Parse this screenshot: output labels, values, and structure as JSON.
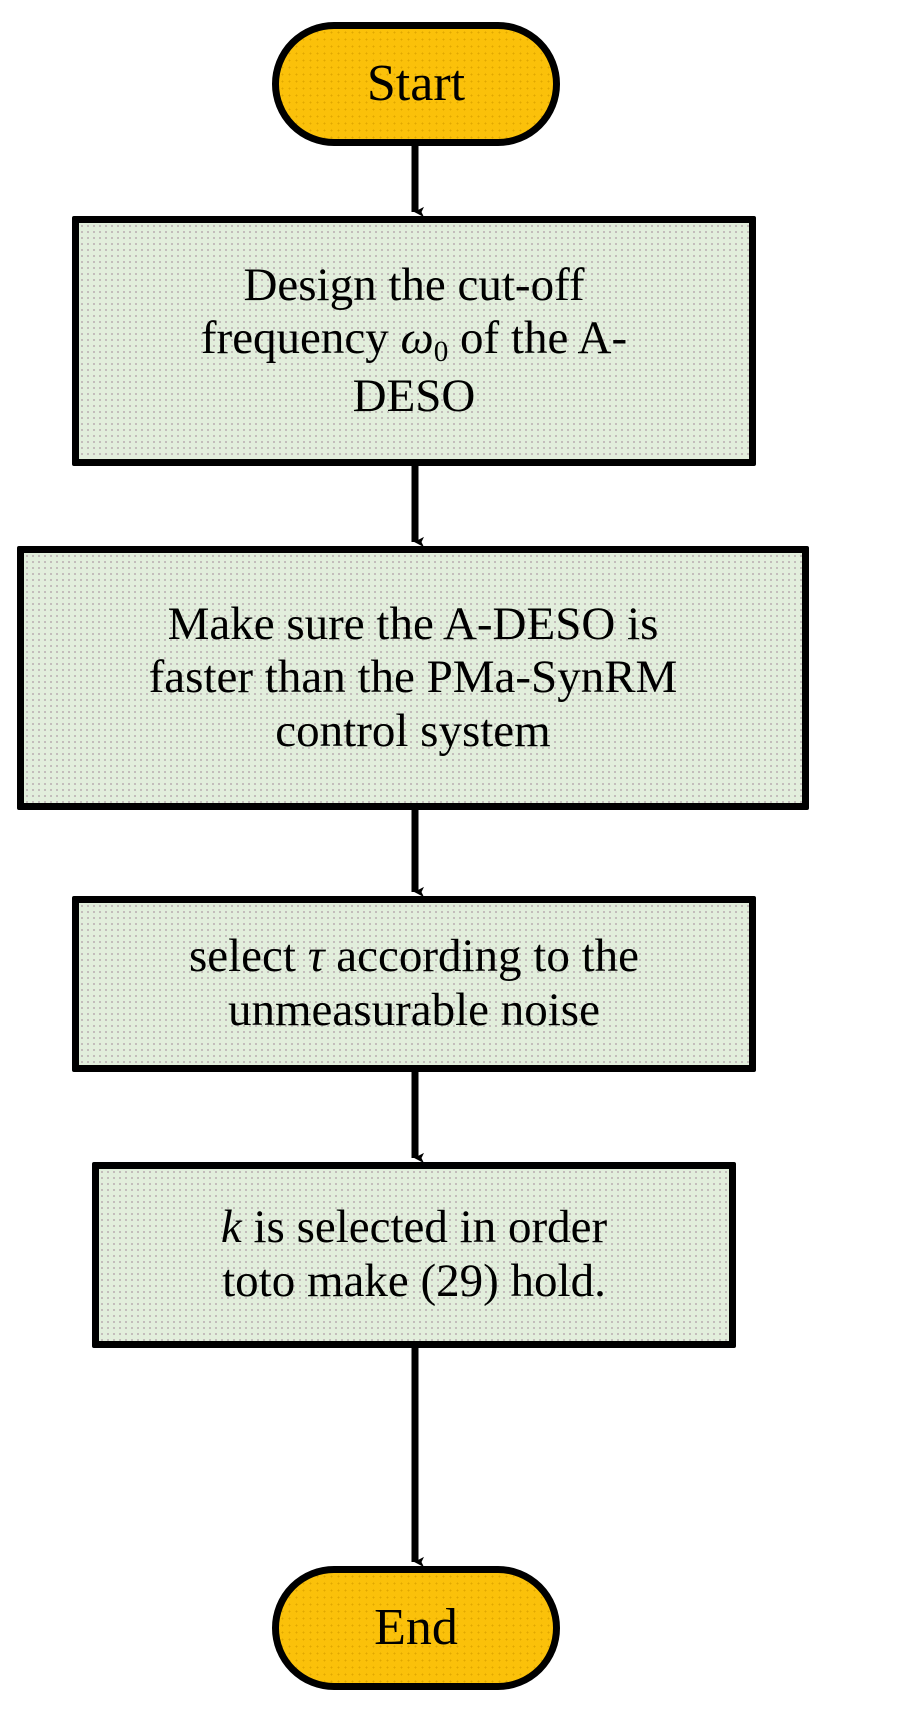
{
  "diagram": {
    "title": "A-DESO parameter tuning flowchart",
    "orientation": "top-to-bottom",
    "colors": {
      "terminal_fill": "#FBC10A",
      "process_fill": "#E2EEDC",
      "stroke": "#000000",
      "text": "#000000",
      "background": "#FFFFFF"
    },
    "nodes": [
      {
        "id": "start",
        "shape": "stadium",
        "role": "terminal",
        "label": "Start"
      },
      {
        "id": "p1",
        "shape": "rectangle",
        "role": "process",
        "label_prefix": "Design the cut-off\nfrequency ",
        "label_symbol": "ω",
        "label_subscript": "0",
        "label_suffix": " of the A-\nDESO",
        "label_plain": "Design the cut-off frequency ω₀ of the A-DESO"
      },
      {
        "id": "p2",
        "shape": "rectangle",
        "role": "process",
        "label": "Make sure the A-DESO is\nfaster than the PMa-SynRM\ncontrol system"
      },
      {
        "id": "p3",
        "shape": "rectangle",
        "role": "process",
        "label_prefix": "select ",
        "label_symbol": "τ",
        "label_suffix": " according to the\nunmeasurable noise",
        "label_plain": "select τ according to the unmeasurable noise"
      },
      {
        "id": "p4",
        "shape": "rectangle",
        "role": "process",
        "label_symbol": "k",
        "label_suffix": " is selected in order\ntoto make (29) hold.",
        "label_plain": "k is selected in order toto make (29) hold."
      },
      {
        "id": "end",
        "shape": "stadium",
        "role": "terminal",
        "label": "End"
      }
    ],
    "edges": [
      {
        "id": "e1",
        "from": "start",
        "to": "p1",
        "arrow": "down-arrow"
      },
      {
        "id": "e2",
        "from": "p1",
        "to": "p2",
        "arrow": "down-arrow"
      },
      {
        "id": "e3",
        "from": "p2",
        "to": "p3",
        "arrow": "down-arrow"
      },
      {
        "id": "e4",
        "from": "p3",
        "to": "p4",
        "arrow": "down-arrow"
      },
      {
        "id": "e5",
        "from": "p4",
        "to": "end",
        "arrow": "down-arrow"
      }
    ]
  }
}
